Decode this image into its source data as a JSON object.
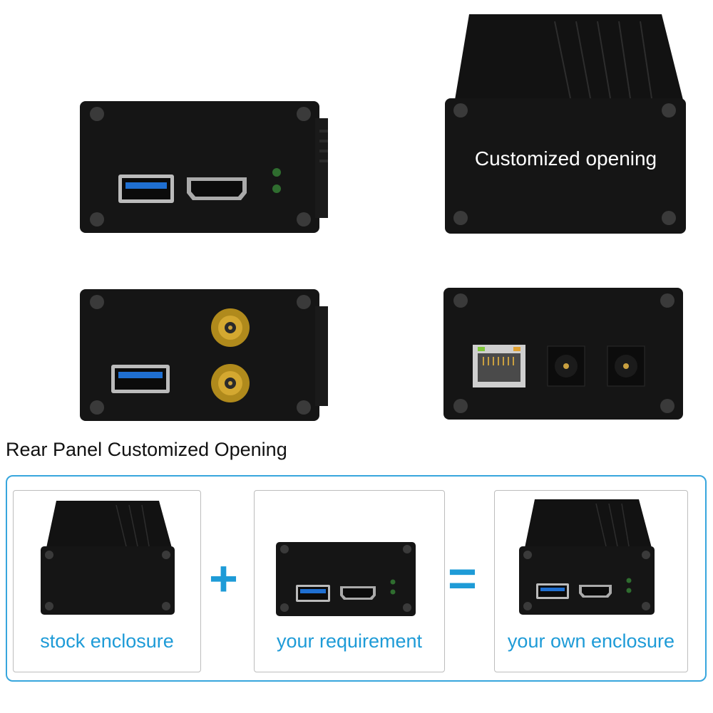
{
  "overlay_text": "Customized opening",
  "section_title": "Rear Panel Customized Opening",
  "cards": [
    {
      "label": "stock enclosure"
    },
    {
      "label": "your requirement"
    },
    {
      "label": "your own enclosure"
    }
  ],
  "operators": {
    "plus": "+",
    "equals": "="
  },
  "colors": {
    "accent": "#1e9bd7",
    "frame": "#37a6dd",
    "enclosure": "#151515"
  }
}
